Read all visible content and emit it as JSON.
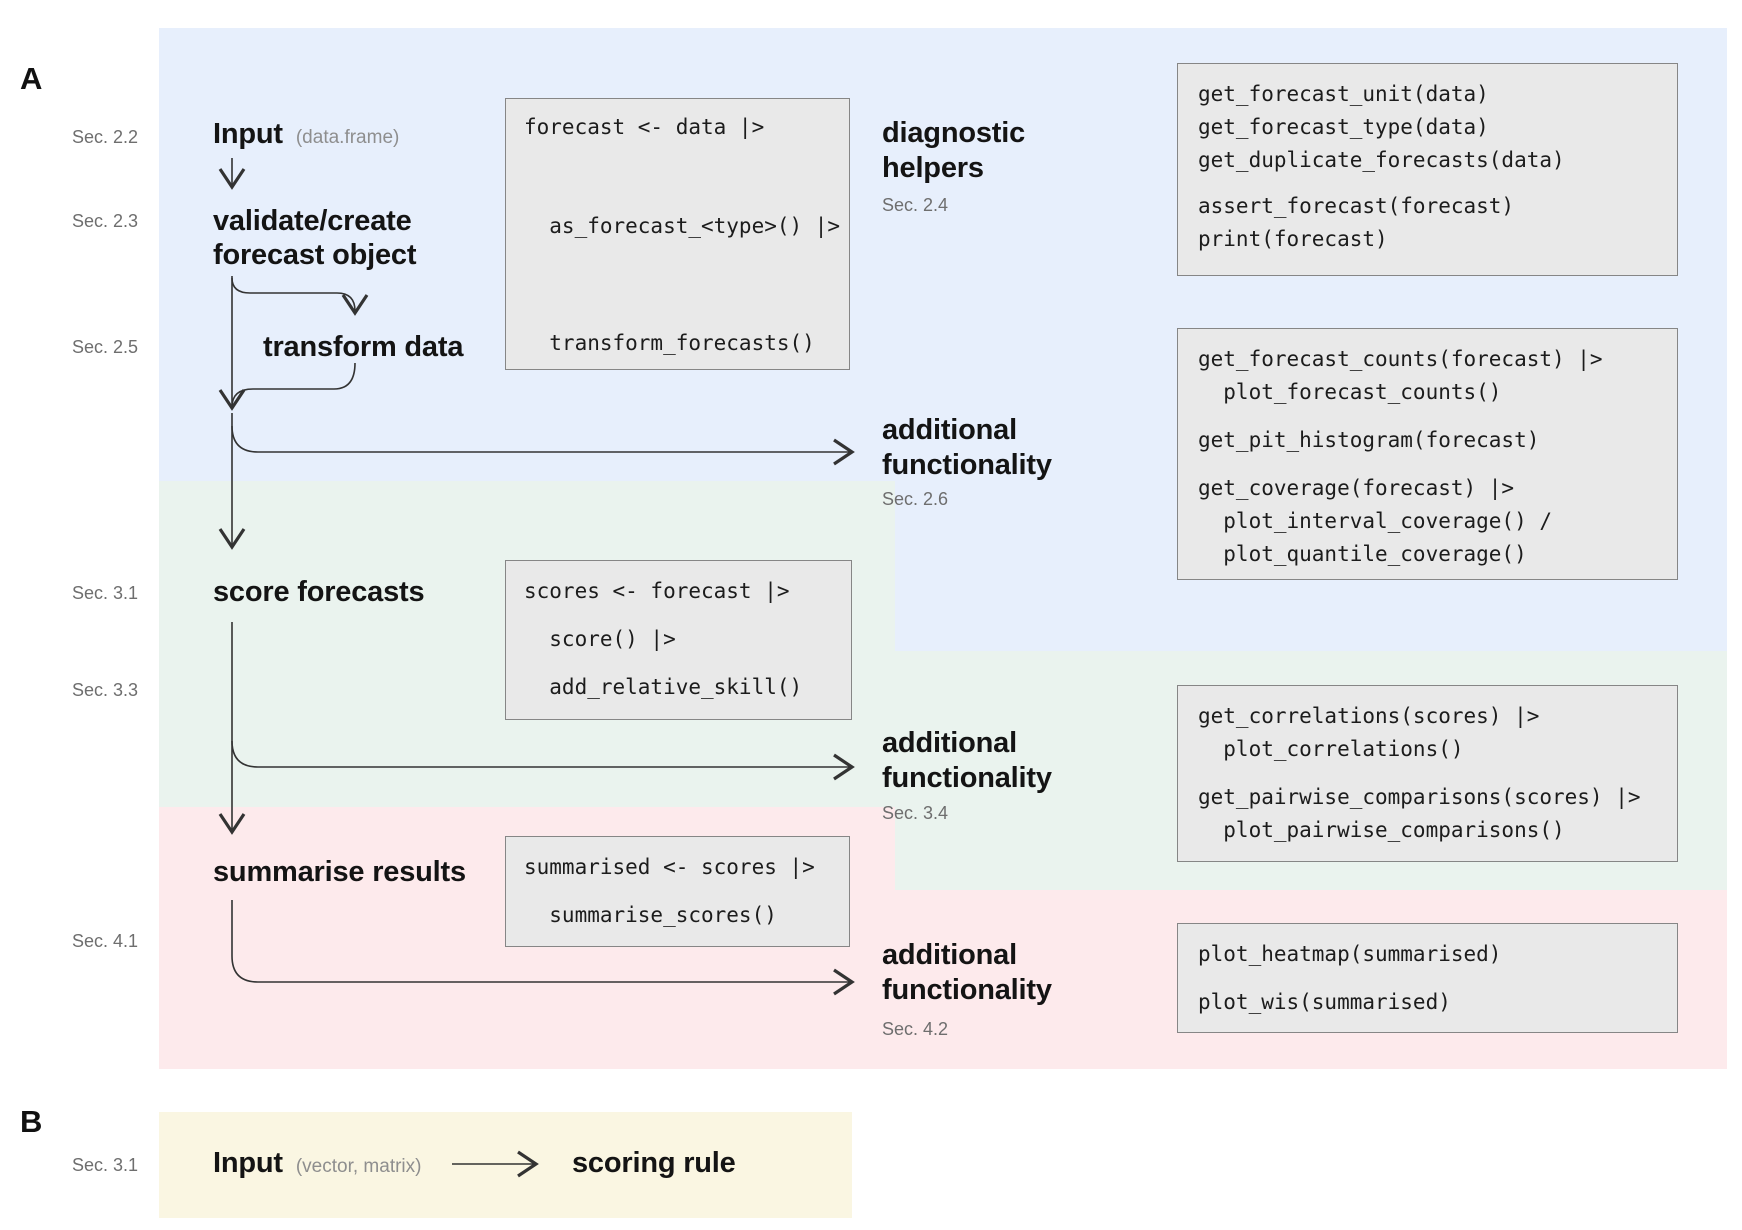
{
  "colors": {
    "band_blue": "#e7effc",
    "band_green": "#eaf3ee",
    "band_pink": "#fdeaec",
    "band_yellow": "#faf6e2",
    "codebox_bg": "#e9e9e9",
    "codebox_border": "#868686",
    "sec_text": "#6e6e6e",
    "annot_text": "#8e8e8e",
    "arrow": "#333333"
  },
  "panel_a": {
    "label": "A",
    "flow": {
      "input_label": "Input",
      "input_annotation": "(data.frame)",
      "validate_line1": "validate/create",
      "validate_line2": "forecast object",
      "transform_label": "transform data",
      "score_label": "score forecasts",
      "summarise_label": "summarise results"
    },
    "section_labels": {
      "sec_2_2": "Sec. 2.2",
      "sec_2_3": "Sec. 2.3",
      "sec_2_5": "Sec. 2.5",
      "sec_2_4": "Sec. 2.4",
      "sec_2_6": "Sec. 2.6",
      "sec_3_1": "Sec. 3.1",
      "sec_3_3": "Sec. 3.3",
      "sec_3_4": "Sec. 3.4",
      "sec_4_1": "Sec. 4.1",
      "sec_4_2": "Sec. 4.2"
    },
    "side_labels": {
      "diagnostic_line1": "diagnostic",
      "diagnostic_line2": "helpers",
      "additional_line1": "additional",
      "additional_line2": "functionality"
    },
    "code_boxes": {
      "pipeline1": {
        "paragraphs": [
          [
            "forecast <- data |>"
          ],
          [
            "  as_forecast_<type>() |>"
          ],
          [
            "  transform_forecasts()"
          ]
        ]
      },
      "pipeline2": {
        "paragraphs": [
          [
            "scores <- forecast |>"
          ],
          [
            "  score() |>"
          ],
          [
            "  add_relative_skill()"
          ]
        ]
      },
      "pipeline3": {
        "paragraphs": [
          [
            "summarised <- scores |>"
          ],
          [
            "  summarise_scores()"
          ]
        ]
      },
      "diagnostic": {
        "paragraphs": [
          [
            "get_forecast_unit(data)",
            "get_forecast_type(data)",
            "get_duplicate_forecasts(data)"
          ],
          [
            "assert_forecast(forecast)",
            "print(forecast)"
          ]
        ]
      },
      "additional_2_6": {
        "paragraphs": [
          [
            "get_forecast_counts(forecast) |>",
            "  plot_forecast_counts()"
          ],
          [
            "get_pit_histogram(forecast)"
          ],
          [
            "get_coverage(forecast) |>",
            "  plot_interval_coverage() /",
            "  plot_quantile_coverage()"
          ]
        ]
      },
      "additional_3_4": {
        "paragraphs": [
          [
            "get_correlations(scores) |>",
            "  plot_correlations()"
          ],
          [
            "get_pairwise_comparisons(scores) |>",
            "  plot_pairwise_comparisons()"
          ]
        ]
      },
      "additional_4_2": {
        "paragraphs": [
          [
            "plot_heatmap(summarised)"
          ],
          [
            "plot_wis(summarised)"
          ]
        ]
      }
    }
  },
  "panel_b": {
    "label": "B",
    "section_label": "Sec. 3.1",
    "input_label": "Input",
    "input_annotation": "(vector, matrix)",
    "target_label": "scoring rule"
  }
}
